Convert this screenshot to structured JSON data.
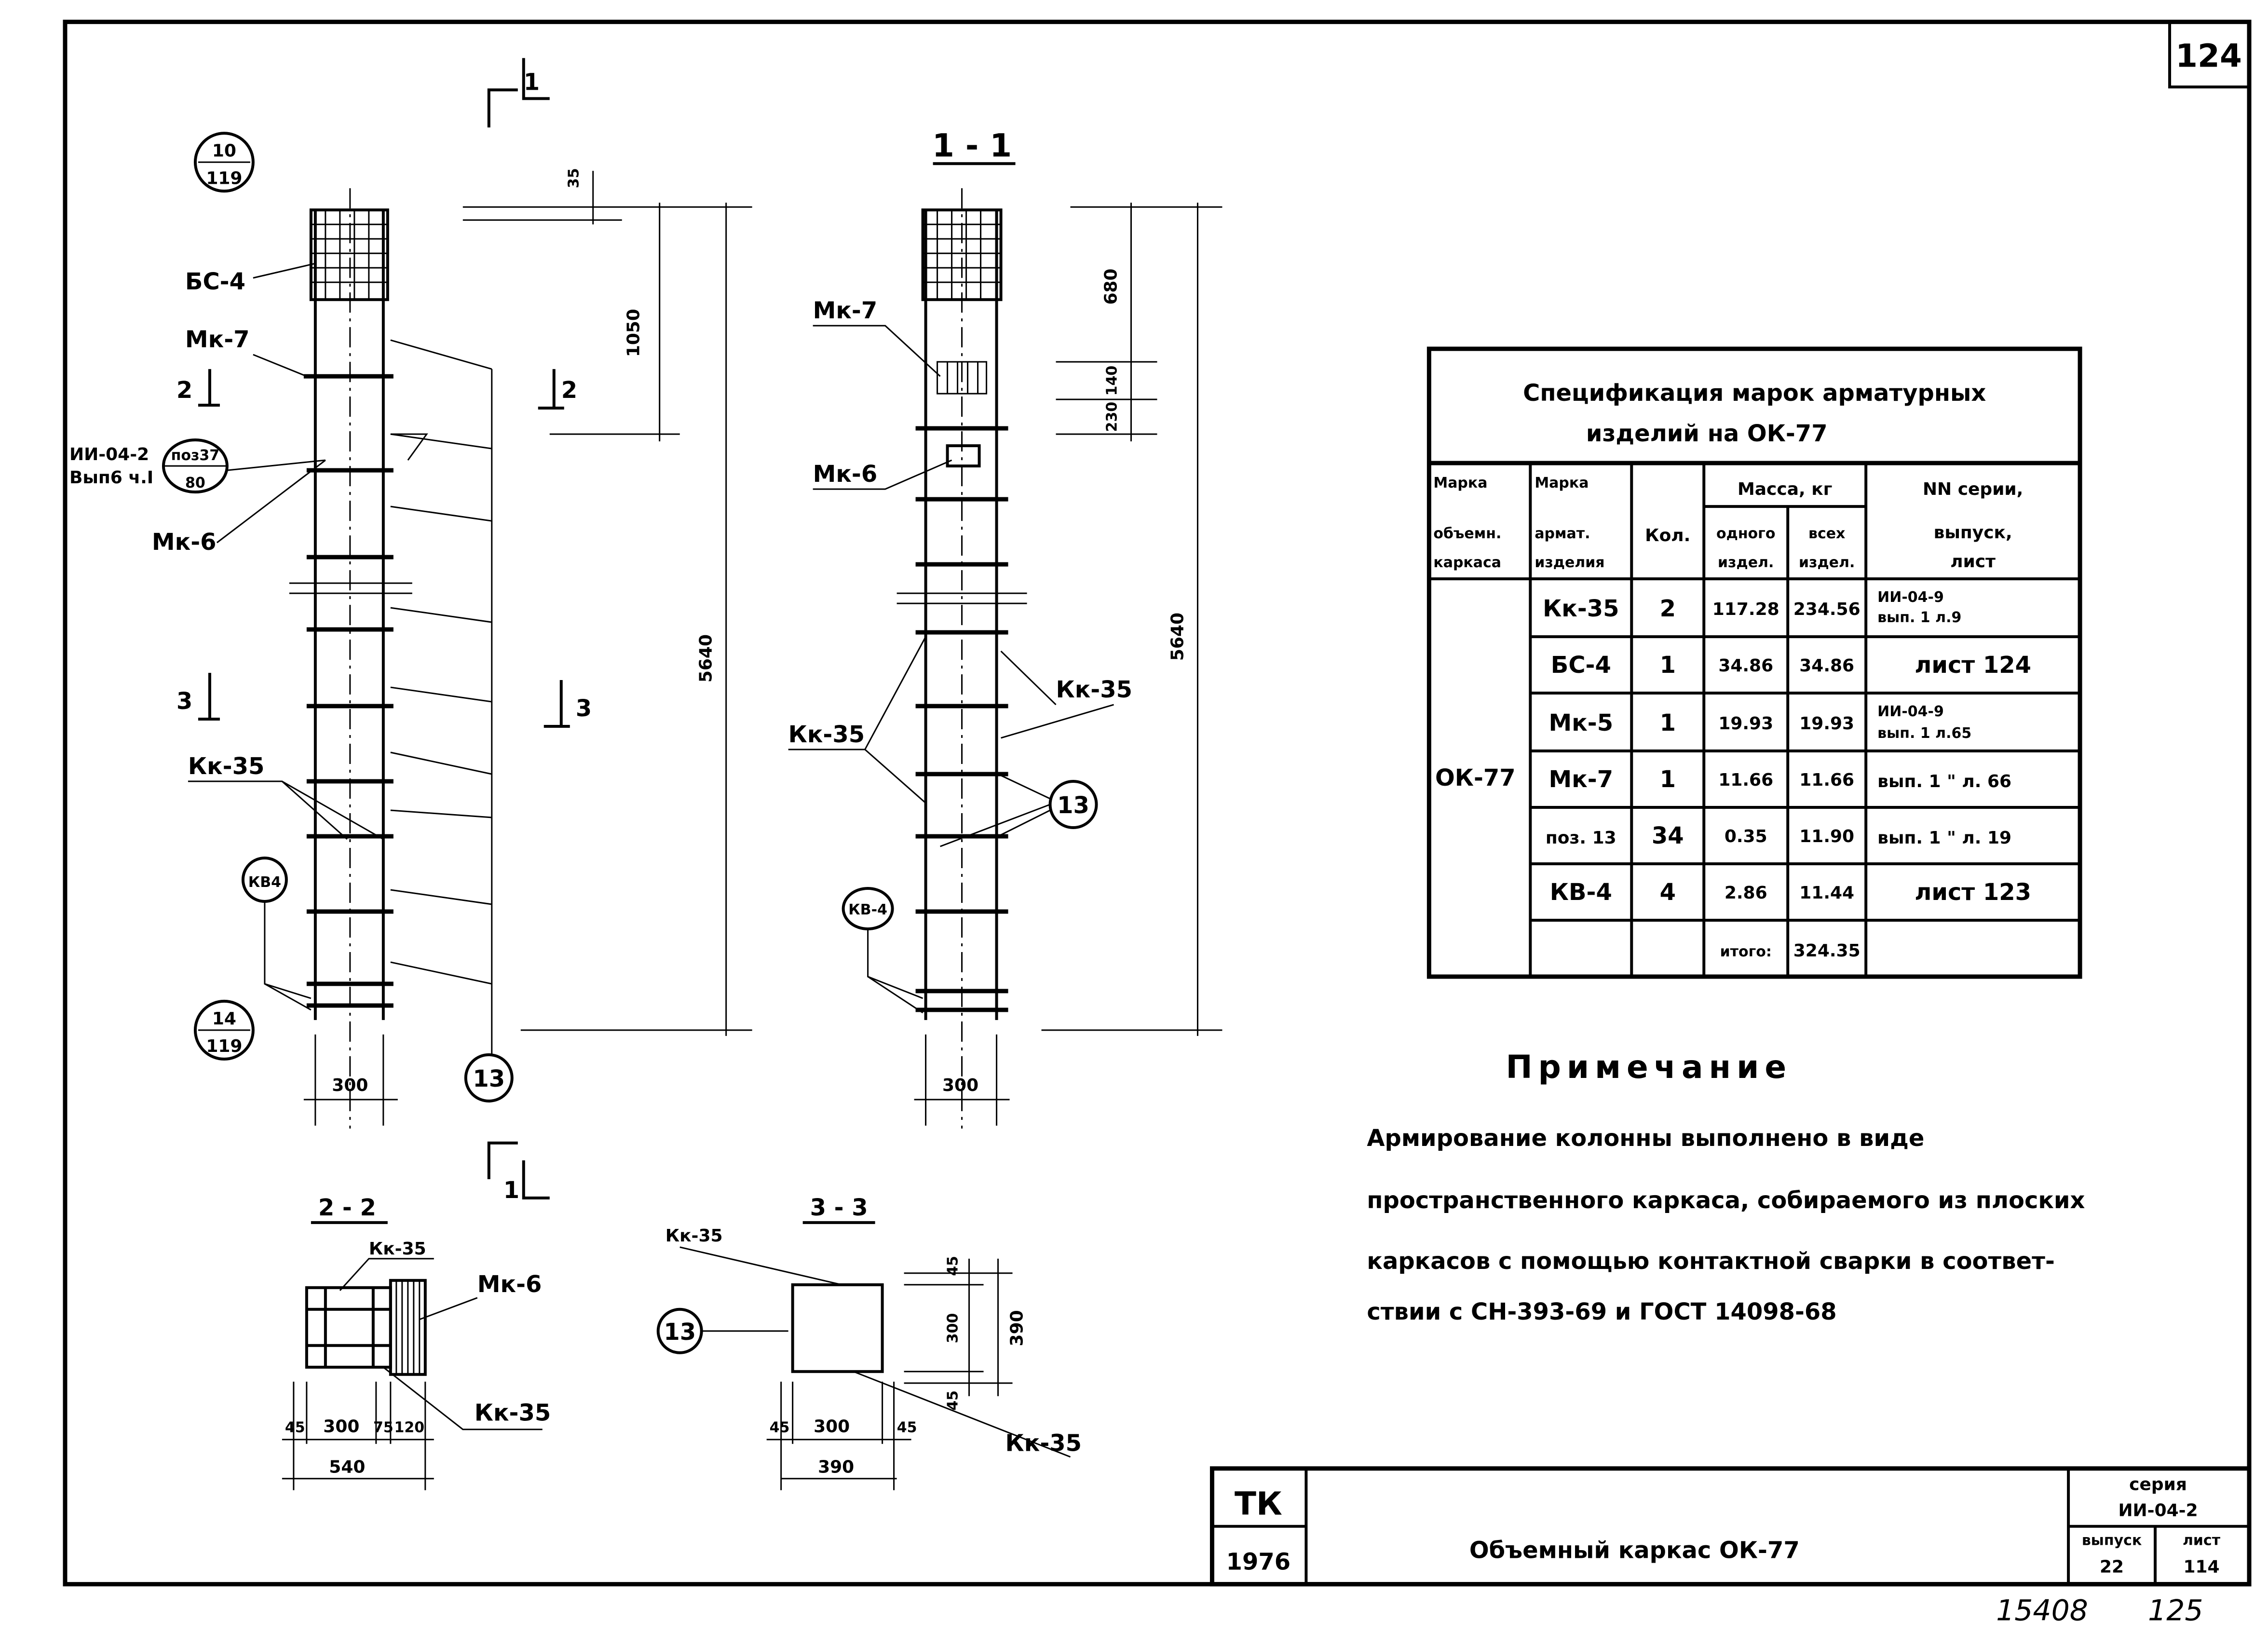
{
  "sheet_number": "124",
  "elevation": {
    "section_mark_top": "1",
    "section_mark_bottom": "1",
    "ref_top": {
      "top": "10",
      "bottom": "119"
    },
    "ref_bottom": {
      "top": "14",
      "bottom": "119"
    },
    "label_bs4": "БС-4",
    "label_mk7": "Мк-7",
    "label_mk6": "Мк-6",
    "label_kk35": "Кк-35",
    "label_kv4": "КВ4",
    "ref_series": "ИИ-04-2",
    "ref_issue": "Вып6 ч.I",
    "ref_circle": {
      "top": "поз37",
      "bottom": "80"
    },
    "section2": "2",
    "section3": "3",
    "dim_35": "35",
    "dim_1050": "1050",
    "dim_5640": "5640",
    "dim_300": "300",
    "pos_13": "13"
  },
  "section_1_1": {
    "title": "1 - 1",
    "label_mk7": "Мк-7",
    "label_mk6": "Мк-6",
    "label_kk35_right": "Кк-35",
    "label_kk35_left": "Кк-35",
    "label_kv4": "КВ-4",
    "pos_13": "13",
    "dim_680": "680",
    "dim_140": "140",
    "dim_230": "230",
    "dim_5640": "5640",
    "dim_300": "300"
  },
  "section_2_2": {
    "title": "2 - 2",
    "label_kk35_top": "Кк-35",
    "label_mk6": "Мк-6",
    "label_kk35_bottom": "Кк-35",
    "dims": [
      "45",
      "300",
      "75",
      "120"
    ],
    "dim_total": "540"
  },
  "section_3_3": {
    "title": "3 - 3",
    "label_kk35_top": "Кк-35",
    "label_kk35_bottom": "Кк-35",
    "pos_13": "13",
    "dims": [
      "45",
      "300",
      "45"
    ],
    "dim_total": "390",
    "vdims": [
      "45",
      "300",
      "45"
    ],
    "vdim_total": "390"
  },
  "spec_table": {
    "title_line1": "Спецификация марок арматурных",
    "title_line2": "изделий на ОК-77",
    "headers": {
      "col1": [
        "Марка",
        "объемн.",
        "каркаса"
      ],
      "col2": [
        "Марка",
        "армат.",
        "изделия"
      ],
      "col3": "Кол.",
      "mass": "Масса, кг",
      "mass_one": [
        "одного",
        "издел."
      ],
      "mass_all": [
        "всех",
        "издел."
      ],
      "series": [
        "NN серии,",
        "выпуск,",
        "лист"
      ]
    },
    "frame_mark": "ОК-77",
    "rows": [
      {
        "mark": "Кк-35",
        "qty": "2",
        "one": "117.28",
        "all": "234.56",
        "ref1": "ИИ-04-9",
        "ref2": "вып. 1 л.9"
      },
      {
        "mark": "БС-4",
        "qty": "1",
        "one": "34.86",
        "all": "34.86",
        "ref1": "лист 124",
        "ref2": ""
      },
      {
        "mark": "Мк-5",
        "qty": "1",
        "one": "19.93",
        "all": "19.93",
        "ref1": "ИИ-04-9",
        "ref2": "вып. 1 л.65"
      },
      {
        "mark": "Мк-7",
        "qty": "1",
        "one": "11.66",
        "all": "11.66",
        "ref1": "вып. 1 \" л. 66",
        "ref2": ""
      },
      {
        "mark": "поз. 13",
        "qty": "34",
        "one": "0.35",
        "all": "11.90",
        "ref1": "вып. 1 \" л. 19",
        "ref2": ""
      },
      {
        "mark": "КВ-4",
        "qty": "4",
        "one": "2.86",
        "all": "11.44",
        "ref1": "лист 123",
        "ref2": ""
      }
    ],
    "total_label": "итого:",
    "total_value": "324.35"
  },
  "note": {
    "title": "Примечание",
    "lines": [
      "Армирование колонны выполнено в виде",
      "пространственного каркаса, собираемого из плоских",
      "каркасов с помощью контактной сварки в соответ-",
      "ствии с СН-393-69 и ГОСТ 14098-68"
    ]
  },
  "title_block": {
    "org": "ТК",
    "year": "1976",
    "title": "Объемный каркас ОК-77",
    "series_label": "серия",
    "series_value": "ИИ-04-2",
    "issue_label": "выпуск",
    "issue_value": "22",
    "sheet_label": "лист",
    "sheet_value": "114"
  },
  "archive_numbers": {
    "left": "15408",
    "right": "125"
  }
}
